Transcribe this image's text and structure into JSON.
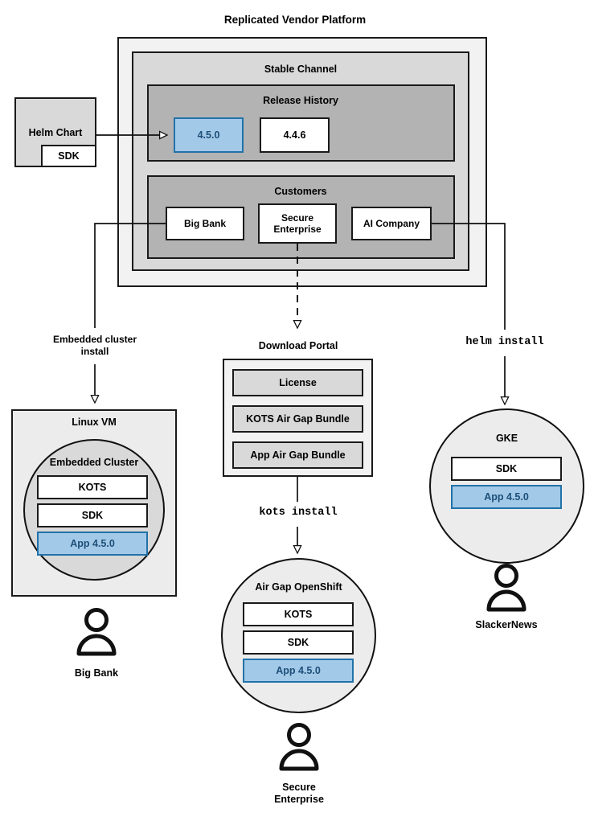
{
  "diagram": {
    "title": "Replicated Vendor Platform",
    "platform": {
      "stable_channel": {
        "label": "Stable Channel",
        "release_history": {
          "label": "Release History",
          "releases": [
            {
              "version": "4.5.0",
              "highlighted": true
            },
            {
              "version": "4.4.6",
              "highlighted": false
            }
          ]
        },
        "customers": {
          "label": "Customers",
          "items": [
            {
              "name": "Big Bank"
            },
            {
              "name": "Secure\nEnterprise"
            },
            {
              "name": "AI Company"
            }
          ]
        }
      }
    },
    "helm_chart": {
      "label": "Helm Chart",
      "sdk_label": "SDK"
    },
    "connectors": [
      {
        "id": "embedded-cluster-install",
        "label": "Embedded cluster\ninstall",
        "style": "solid"
      },
      {
        "id": "kots-install",
        "label": "kots install",
        "style": "solid",
        "mono": true
      },
      {
        "id": "helm-install",
        "label": "helm install",
        "style": "solid",
        "mono": true
      },
      {
        "id": "download-portal-link",
        "label": "",
        "style": "dashed"
      }
    ],
    "download_portal": {
      "label": "Download Portal",
      "artifacts": [
        {
          "name": "License"
        },
        {
          "name": "KOTS Air Gap Bundle"
        },
        {
          "name": "App Air Gap Bundle"
        }
      ]
    },
    "environments": [
      {
        "id": "linux-vm",
        "shape": "box",
        "label": "Linux VM",
        "inner": {
          "label": "Embedded Cluster",
          "components": [
            {
              "name": "KOTS",
              "highlighted": false
            },
            {
              "name": "SDK",
              "highlighted": false
            },
            {
              "name": "App 4.5.0",
              "highlighted": true
            }
          ]
        },
        "user": "Big Bank"
      },
      {
        "id": "air-gap-openshift",
        "shape": "circle",
        "label": "Air Gap OpenShift",
        "components": [
          {
            "name": "KOTS",
            "highlighted": false
          },
          {
            "name": "SDK",
            "highlighted": false
          },
          {
            "name": "App 4.5.0",
            "highlighted": true
          }
        ],
        "user": "Secure\nEnterprise"
      },
      {
        "id": "gke",
        "shape": "circle",
        "label": "GKE",
        "components": [
          {
            "name": "SDK",
            "highlighted": false
          },
          {
            "name": "App 4.5.0",
            "highlighted": true
          }
        ],
        "user": "SlackerNews"
      }
    ],
    "colors": {
      "highlight_fill": "#a3c9e8",
      "highlight_border": "#2272a8",
      "highlight_text": "#1d4f78",
      "level0": "#f2f2f2",
      "level1": "#d9d9d9",
      "level2": "#b3b3b3",
      "stroke": "#1a1a1a"
    }
  }
}
